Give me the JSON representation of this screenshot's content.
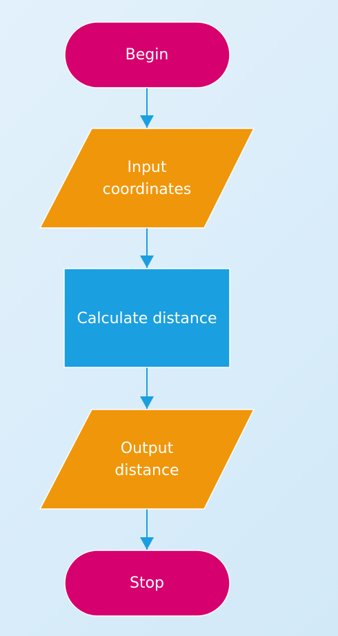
{
  "flowchart": {
    "colors": {
      "terminal": "#d6006e",
      "io": "#f0960a",
      "process": "#1a9fe0",
      "arrow": "#1a9fe0",
      "node_border": "#ffffff",
      "text": "#ffffff"
    },
    "nodes": [
      {
        "id": "begin",
        "shape": "terminal",
        "lines": [
          "Begin"
        ]
      },
      {
        "id": "input",
        "shape": "parallelogram",
        "lines": [
          "Input",
          "coordinates"
        ]
      },
      {
        "id": "calculate",
        "shape": "process",
        "lines": [
          "Calculate distance"
        ]
      },
      {
        "id": "output",
        "shape": "parallelogram",
        "lines": [
          "Output",
          "distance"
        ]
      },
      {
        "id": "stop",
        "shape": "terminal",
        "lines": [
          "Stop"
        ]
      }
    ],
    "edges": [
      {
        "from": "begin",
        "to": "input"
      },
      {
        "from": "input",
        "to": "calculate"
      },
      {
        "from": "calculate",
        "to": "output"
      },
      {
        "from": "output",
        "to": "stop"
      }
    ]
  }
}
